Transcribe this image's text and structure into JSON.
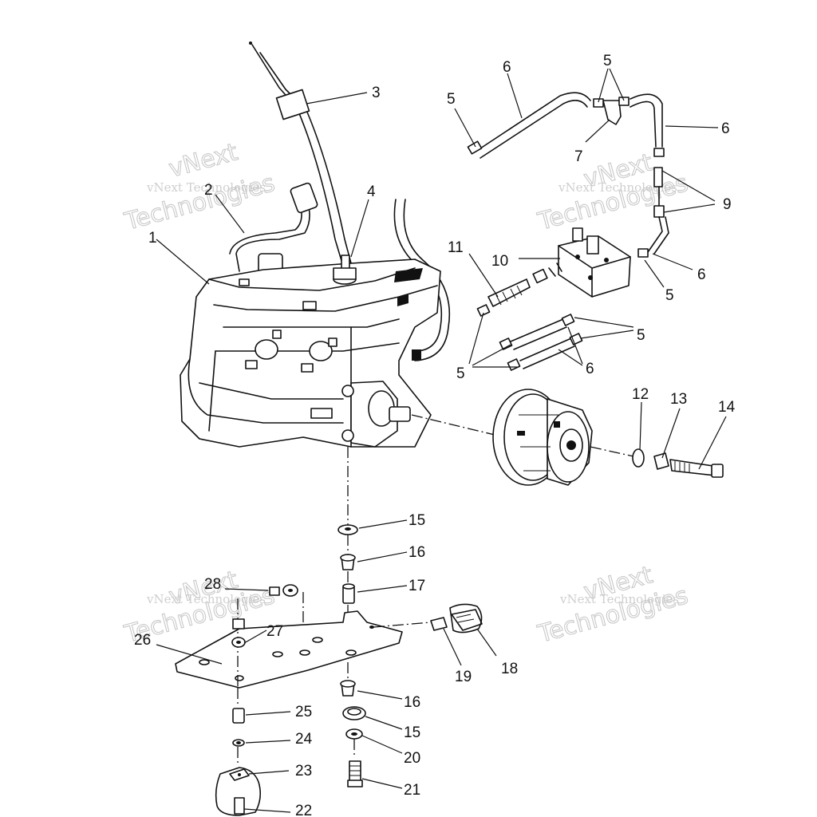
{
  "watermark": {
    "company_line": "vNext Technologies",
    "logo_word_top": "vNext",
    "logo_word_bottom": "Technologies"
  },
  "callouts": {
    "c1": "1",
    "c2": "2",
    "c3": "3",
    "c4": "4",
    "c5a": "5",
    "c5b": "5",
    "c5c": "5",
    "c5d": "5",
    "c5e": "5",
    "c6a": "6",
    "c6b": "6",
    "c6c": "6",
    "c6d": "6",
    "c7": "7",
    "c9": "9",
    "c10": "10",
    "c11": "11",
    "c12": "12",
    "c13": "13",
    "c14": "14",
    "c15a": "15",
    "c16a": "16",
    "c17": "17",
    "c28": "28",
    "c27": "27",
    "c26": "26",
    "c18": "18",
    "c19": "19",
    "c16b": "16",
    "c15b": "15",
    "c20": "20",
    "c21": "21",
    "c25": "25",
    "c24": "24",
    "c23": "23",
    "c22": "22"
  }
}
